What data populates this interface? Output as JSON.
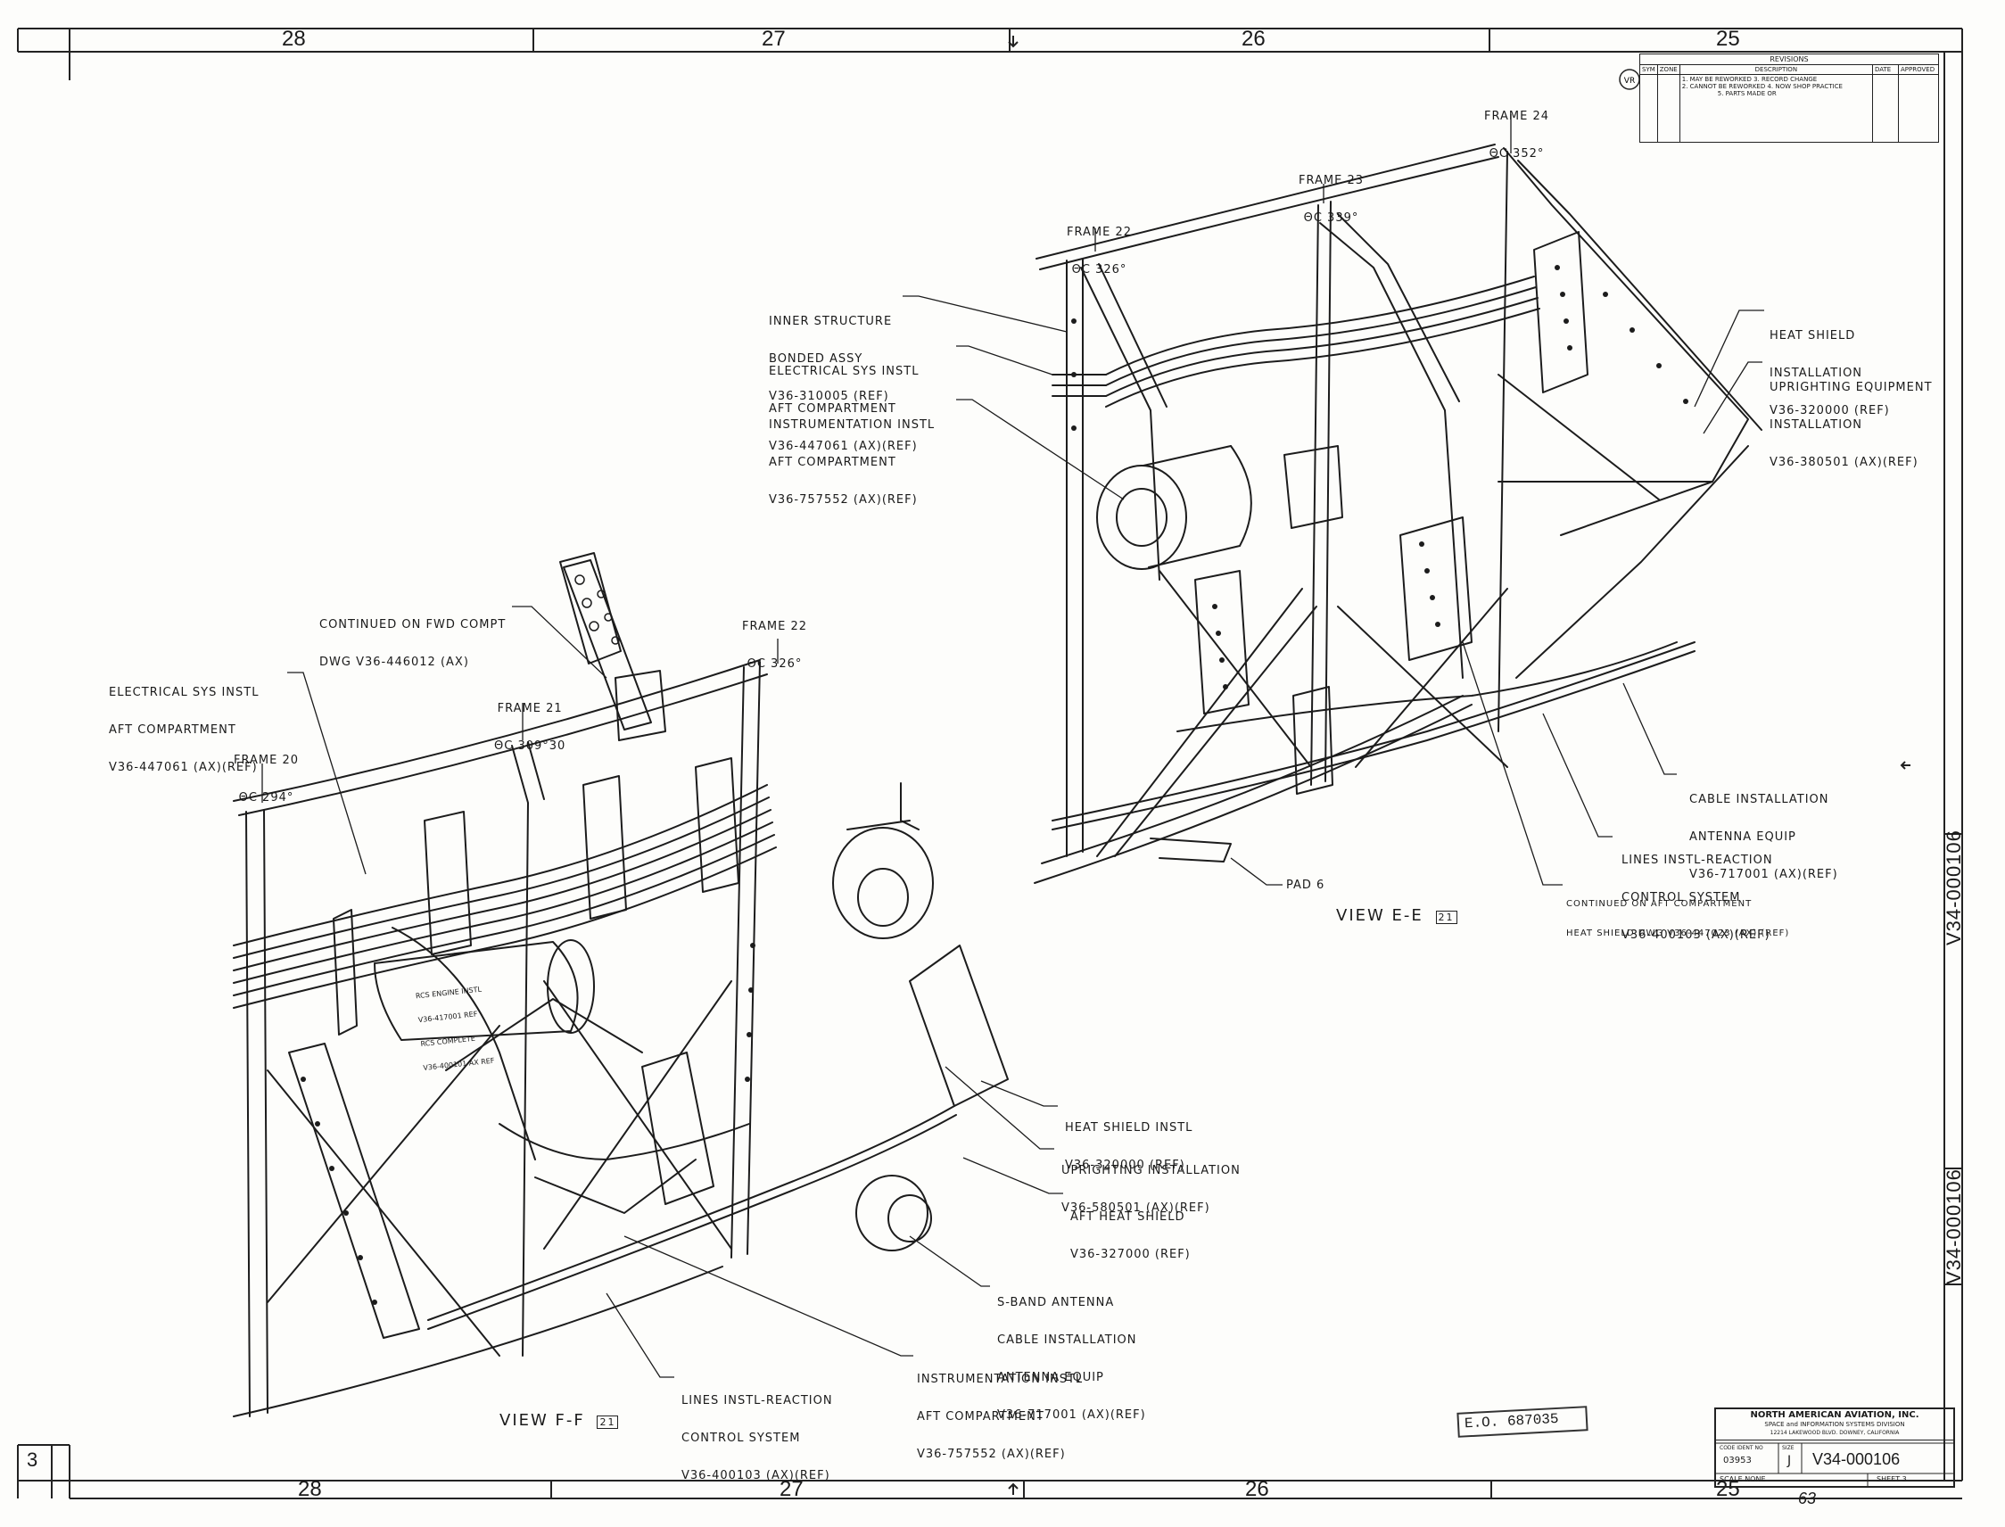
{
  "sheet": {
    "zones_top": [
      "28",
      "27",
      "26",
      "25"
    ],
    "zones_bottom": [
      "28",
      "27",
      "26",
      "25"
    ],
    "side_number_upper": "V34-000106",
    "side_number_lower": "V34-000106",
    "corner_mark": "3",
    "bottom_scribble": "63"
  },
  "revisions": {
    "title": "REVISIONS",
    "headers": [
      "SYM",
      "ZONE",
      "DESCRIPTION",
      "DATE",
      "APPROVED"
    ],
    "notes": [
      "1. MAY BE REWORKED   3. RECORD CHANGE",
      "2. CANNOT BE REWORKED  4. NOW SHOP PRACTICE",
      "5. PARTS MADE OR"
    ]
  },
  "view_ee": {
    "title": "VIEW E-E",
    "ref": "21",
    "frames": [
      {
        "name": "FRAME 24",
        "angle": "θc 352°"
      },
      {
        "name": "FRAME 23",
        "angle": "θc 339°"
      },
      {
        "name": "FRAME 22",
        "angle": "θc 326°"
      }
    ],
    "callouts_left": [
      [
        "INNER STRUCTURE",
        "BONDED ASSY",
        "V36-310005 (REF)"
      ],
      [
        "ELECTRICAL SYS INSTL",
        "AFT COMPARTMENT",
        "V36-447061 (AX)(REF)"
      ],
      [
        "INSTRUMENTATION INSTL",
        "AFT COMPARTMENT",
        "V36-757552 (AX)(REF)"
      ]
    ],
    "callouts_right": [
      [
        "HEAT SHIELD",
        "INSTALLATION",
        "V36-320000 (REF)"
      ],
      [
        "UPRIGHTING EQUIPMENT",
        "INSTALLATION",
        "V36-380501 (AX)(REF)"
      ],
      [
        "CABLE INSTALLATION",
        "ANTENNA EQUIP",
        "V36-717001 (AX)(REF)"
      ],
      [
        "LINES INSTL-REACTION",
        "CONTROL SYSTEM",
        "V36-400103 (AX)(REF)"
      ],
      [
        "CONTINUED ON AFT COMPARTMENT",
        "HEAT SHIELD DWG V36-447023 (AX) (REF)"
      ]
    ],
    "pad": "PAD 6"
  },
  "view_ff": {
    "title": "VIEW F-F",
    "ref": "21",
    "frames": [
      {
        "name": "FRAME 22",
        "angle": "θc 326°"
      },
      {
        "name": "FRAME 21",
        "angle": "θc 309°30"
      },
      {
        "name": "FRAME 20",
        "angle": "θc 294°"
      }
    ],
    "callouts": [
      [
        "CONTINUED ON FWD COMPT",
        "DWG V36-446012 (AX)"
      ],
      [
        "ELECTRICAL SYS INSTL",
        "AFT COMPARTMENT",
        "V36-447061 (AX)(REF)"
      ],
      [
        "HEAT SHIELD INSTL",
        "V36-320000 (REF)"
      ],
      [
        "UPRIGHTING INSTALLATION",
        "V36-580501 (AX)(REF)"
      ],
      [
        "AFT HEAT SHIELD",
        "V36-327000 (REF)"
      ],
      [
        "S-BAND ANTENNA",
        "CABLE INSTALLATION",
        "ANTENNA EQUIP",
        "V36-717001 (AX)(REF)"
      ],
      [
        "INSTRUMENTATION INSTL",
        "AFT COMPARTMENT",
        "V36-757552 (AX)(REF)"
      ],
      [
        "LINES INSTL-REACTION",
        "CONTROL SYSTEM",
        "V36-400103 (AX)(REF)"
      ]
    ],
    "tank_label": [
      "RCS ENGINE INSTL",
      "V36-417001 REF",
      "RCS COMPLETE",
      "V36-400101 AX REF"
    ]
  },
  "title_block": {
    "company": "NORTH AMERICAN AVIATION, INC.",
    "division": "SPACE and INFORMATION SYSTEMS DIVISION",
    "address": "12214 LAKEWOOD BLVD. DOWNEY, CALIFORNIA",
    "code_label": "CODE IDENT NO",
    "code": "03953",
    "size_label": "SIZE",
    "size": "J",
    "dwg_no": "V34-000106",
    "scale": "SCALE NONE",
    "sheet": "SHEET 3"
  },
  "eo_stamp": "E.O. 687035"
}
